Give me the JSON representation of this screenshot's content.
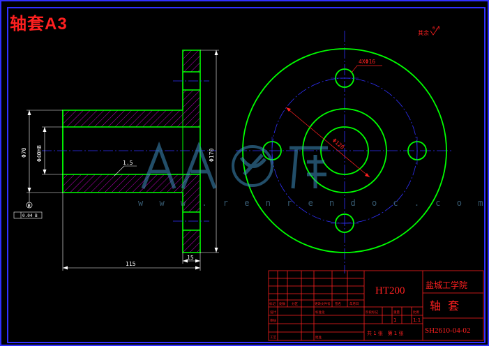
{
  "drawing": {
    "sheet_title": "轴套A3",
    "surface_note": "其余",
    "surface_value": "6.3",
    "watermark": "w w w . r e n r e n d o c . c o m",
    "dims": {
      "outer_dia": "Φ70",
      "bore_dia": "Φ40H8",
      "flange_dia": "Φ170",
      "chamfer": "1.5",
      "total_length": "115",
      "flange_thk": "15",
      "hole_spec": "4XΦ16",
      "pcd": "Φ120",
      "datum": "B",
      "tolerance": "0.04 B"
    }
  },
  "title_block": {
    "material": "HT200",
    "school": "盐城工学院",
    "part_name": "轴  套",
    "drawing_no": "SH2610-04-02",
    "scale": "1:1",
    "qty": "1",
    "sheet_info": "共 1 张   第 1 张",
    "labels": {
      "mark": "标记",
      "count": "处数",
      "zone": "分区",
      "change_doc": "更改文件号",
      "sign": "签名",
      "date": "年月日",
      "design": "设计",
      "std": "标准化",
      "stage": "阶段标记",
      "weight": "重量",
      "ratio": "比例",
      "review": "审核",
      "craft": "工艺",
      "approve": "批准"
    }
  }
}
